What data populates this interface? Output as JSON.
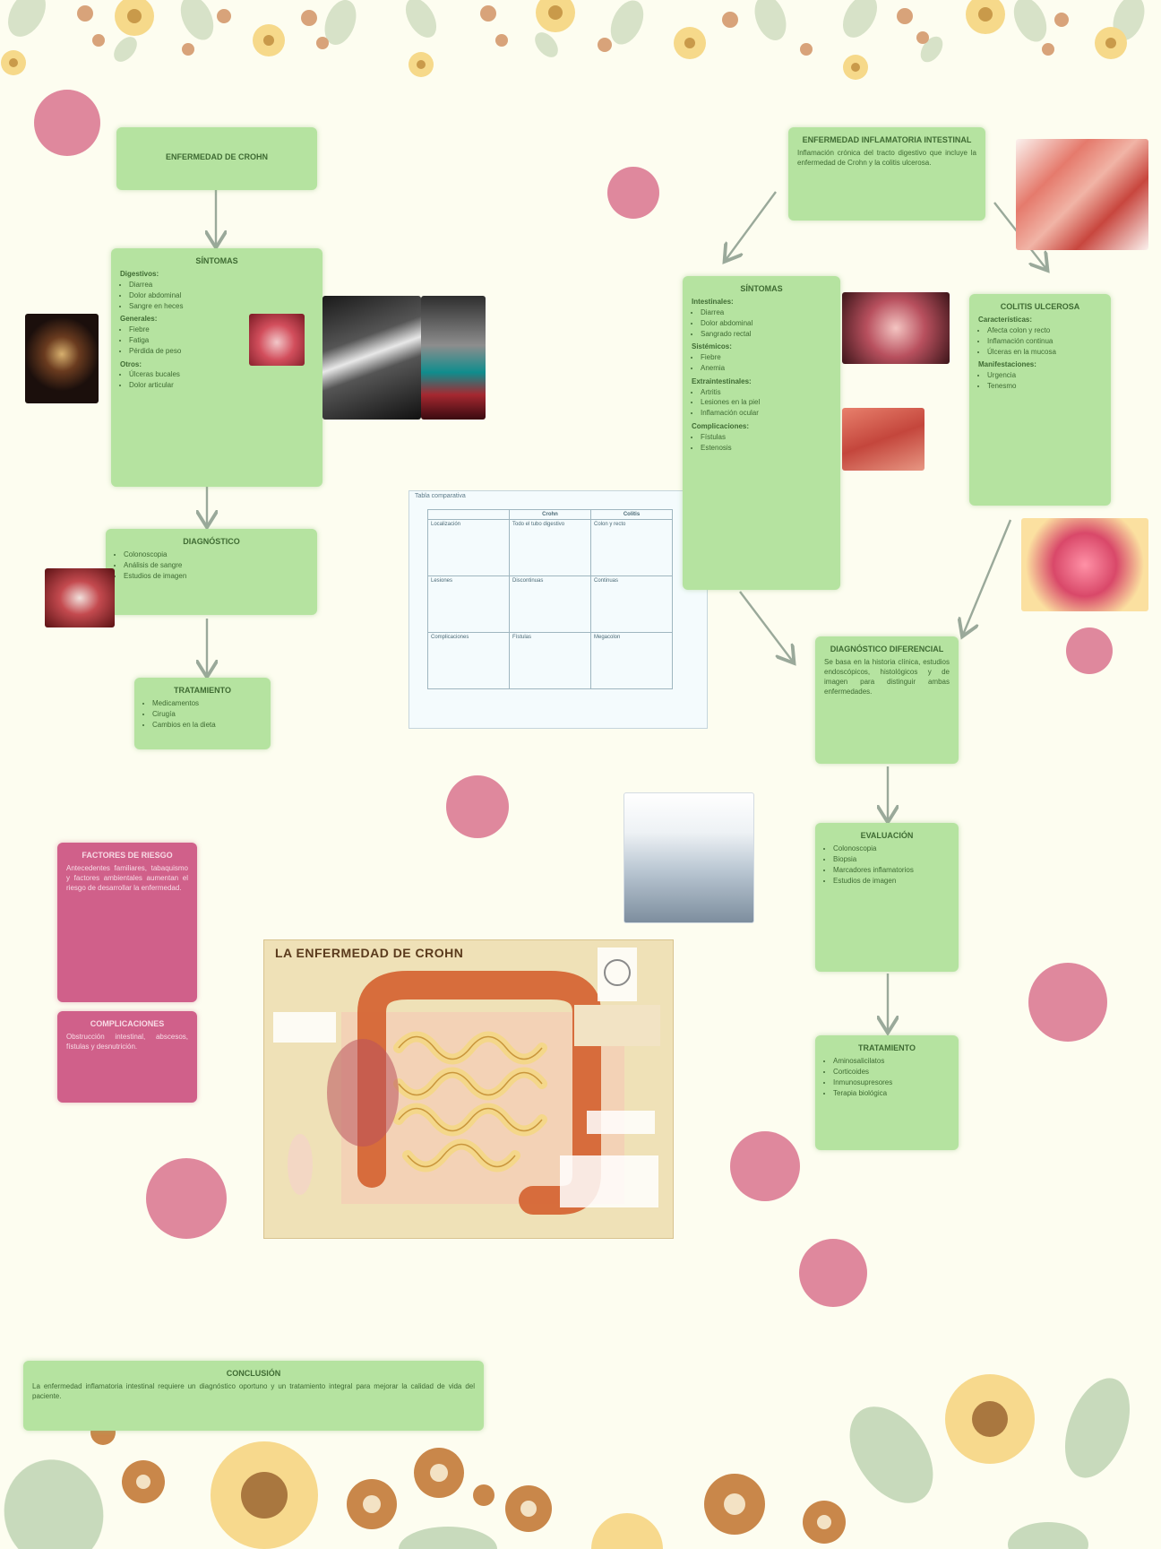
{
  "left_tree": {
    "root": {
      "title": "ENFERMEDAD DE CROHN"
    },
    "node1": {
      "title": "SÍNTOMAS",
      "sections": [
        {
          "label": "Digestivos:",
          "items": [
            "Diarrea",
            "Dolor abdominal",
            "Sangre en heces"
          ]
        },
        {
          "label": "Generales:",
          "items": [
            "Fiebre",
            "Fatiga",
            "Pérdida de peso"
          ]
        },
        {
          "label": "Otros:",
          "items": [
            "Úlceras bucales",
            "Dolor articular"
          ]
        }
      ]
    },
    "node2": {
      "title": "DIAGNÓSTICO",
      "items": [
        "Colonoscopia",
        "Análisis de sangre",
        "Estudios de imagen"
      ]
    },
    "node3": {
      "title": "TRATAMIENTO",
      "items": [
        "Medicamentos",
        "Cirugía",
        "Cambios en la dieta"
      ]
    }
  },
  "right_tree": {
    "root": {
      "title": "ENFERMEDAD INFLAMATORIA INTESTINAL",
      "text": "Inflamación crónica del tracto digestivo que incluye la enfermedad de Crohn y la colitis ulcerosa."
    },
    "node_left": {
      "title": "SÍNTOMAS",
      "sections": [
        {
          "label": "Intestinales:",
          "items": [
            "Diarrea",
            "Dolor abdominal",
            "Sangrado rectal"
          ]
        },
        {
          "label": "Sistémicos:",
          "items": [
            "Fiebre",
            "Anemia"
          ]
        },
        {
          "label": "Extraintestinales:",
          "items": [
            "Artritis",
            "Lesiones en la piel",
            "Inflamación ocular"
          ]
        },
        {
          "label": "Complicaciones:",
          "items": [
            "Fístulas",
            "Estenosis"
          ]
        }
      ]
    },
    "node_right": {
      "title": "COLITIS ULCEROSA",
      "sections": [
        {
          "label": "Características:",
          "items": [
            "Afecta colon y recto",
            "Inflamación continua",
            "Úlceras en la mucosa"
          ]
        },
        {
          "label": "Manifestaciones:",
          "items": [
            "Urgencia",
            "Tenesmo"
          ]
        }
      ]
    },
    "node_diag": {
      "title": "DIAGNÓSTICO DIFERENCIAL",
      "text": "Se basa en la historia clínica, estudios endoscópicos, histológicos y de imagen para distinguir ambas enfermedades."
    },
    "node_eval": {
      "title": "EVALUACIÓN",
      "items": [
        "Colonoscopia",
        "Biopsia",
        "Marcadores inflamatorios",
        "Estudios de imagen"
      ]
    },
    "node_treat": {
      "title": "TRATAMIENTO",
      "items": [
        "Aminosalicilatos",
        "Corticoides",
        "Inmunosupresores",
        "Terapia biológica"
      ]
    }
  },
  "pink_notes": [
    {
      "title": "FACTORES DE RIESGO",
      "text": "Antecedentes familiares, tabaquismo y factores ambientales aumentan el riesgo de desarrollar la enfermedad."
    },
    {
      "title": "COMPLICACIONES",
      "text": "Obstrucción intestinal, abscesos, fístulas y desnutrición."
    }
  ],
  "crohn_illustration": {
    "title": "LA ENFERMEDAD DE CROHN"
  },
  "comparison_table": {
    "title": "Tabla comparativa",
    "headers": [
      "",
      "Crohn",
      "Colitis"
    ],
    "rows": [
      [
        "Localización",
        "Todo el tubo digestivo",
        "Colon y recto"
      ],
      [
        "Lesiones",
        "Discontinuas",
        "Continuas"
      ],
      [
        "Complicaciones",
        "Fístulas",
        "Megacolon"
      ]
    ]
  },
  "conclusion": {
    "title": "CONCLUSIÓN",
    "text": "La enfermedad inflamatoria intestinal requiere un diagnóstico oportuno y un tratamiento integral para mejorar la calidad de vida del paciente."
  },
  "colors": {
    "node": "#b5e3a0",
    "pink": "#d0608a",
    "dot": "#d9738e",
    "background": "#fdfdf0"
  }
}
